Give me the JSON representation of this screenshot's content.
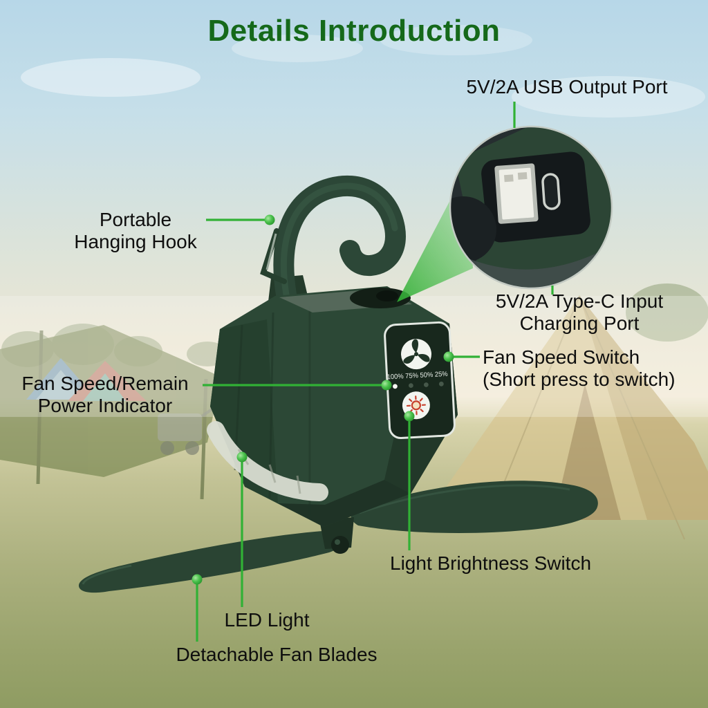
{
  "title": "Details Introduction",
  "callouts": {
    "usb_output": {
      "text": "5V/2A USB Output Port"
    },
    "hanging_hook": {
      "line1": "Portable",
      "line2": "Hanging Hook"
    },
    "typec_input": {
      "line1": "5V/2A Type-C Input",
      "line2": "Charging Port"
    },
    "fan_speed_switch": {
      "line1": "Fan Speed Switch",
      "line2": "(Short press to switch)"
    },
    "power_indicator": {
      "line1": "Fan Speed/Remain",
      "line2": "Power Indicator"
    },
    "light_switch": {
      "text": "Light Brightness Switch"
    },
    "led_light": {
      "text": "LED Light"
    },
    "fan_blades": {
      "text": "Detachable Fan Blades"
    }
  },
  "product": {
    "battery_scale": "100% 75% 50% 25%"
  },
  "colors": {
    "title_green": "#15691a",
    "callout_green": "#31b135",
    "label_text": "#0e0e0e",
    "product_green": "#2c4836"
  }
}
